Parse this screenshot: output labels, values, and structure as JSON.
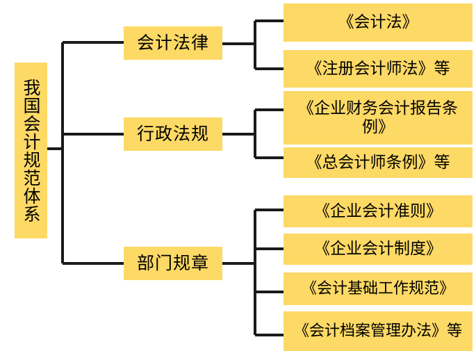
{
  "diagram": {
    "title": "我国会计规范体系",
    "type": "hierarchy-tree",
    "orientation": "left-to-right",
    "colors": {
      "node_fill": "#FDD965",
      "connector": "#1A1A1A",
      "text": "#000000",
      "background": "#FFFFFF"
    },
    "root": {
      "label": "我国会计规范体系",
      "text_direction": "vertical"
    },
    "branches": [
      {
        "label": "会计法律",
        "children": [
          {
            "label": "《会计法》"
          },
          {
            "label": "《注册会计师法》等"
          }
        ]
      },
      {
        "label": "行政法规",
        "children": [
          {
            "label": "《企业财务会计报告条例》"
          },
          {
            "label": "《总会计师条例》等"
          }
        ]
      },
      {
        "label": "部门规章",
        "children": [
          {
            "label": "《企业会计准则》"
          },
          {
            "label": "《企业会计制度》"
          },
          {
            "label": "《会计基础工作规范》"
          },
          {
            "label": "《会计档案管理办法》等"
          }
        ]
      }
    ]
  }
}
